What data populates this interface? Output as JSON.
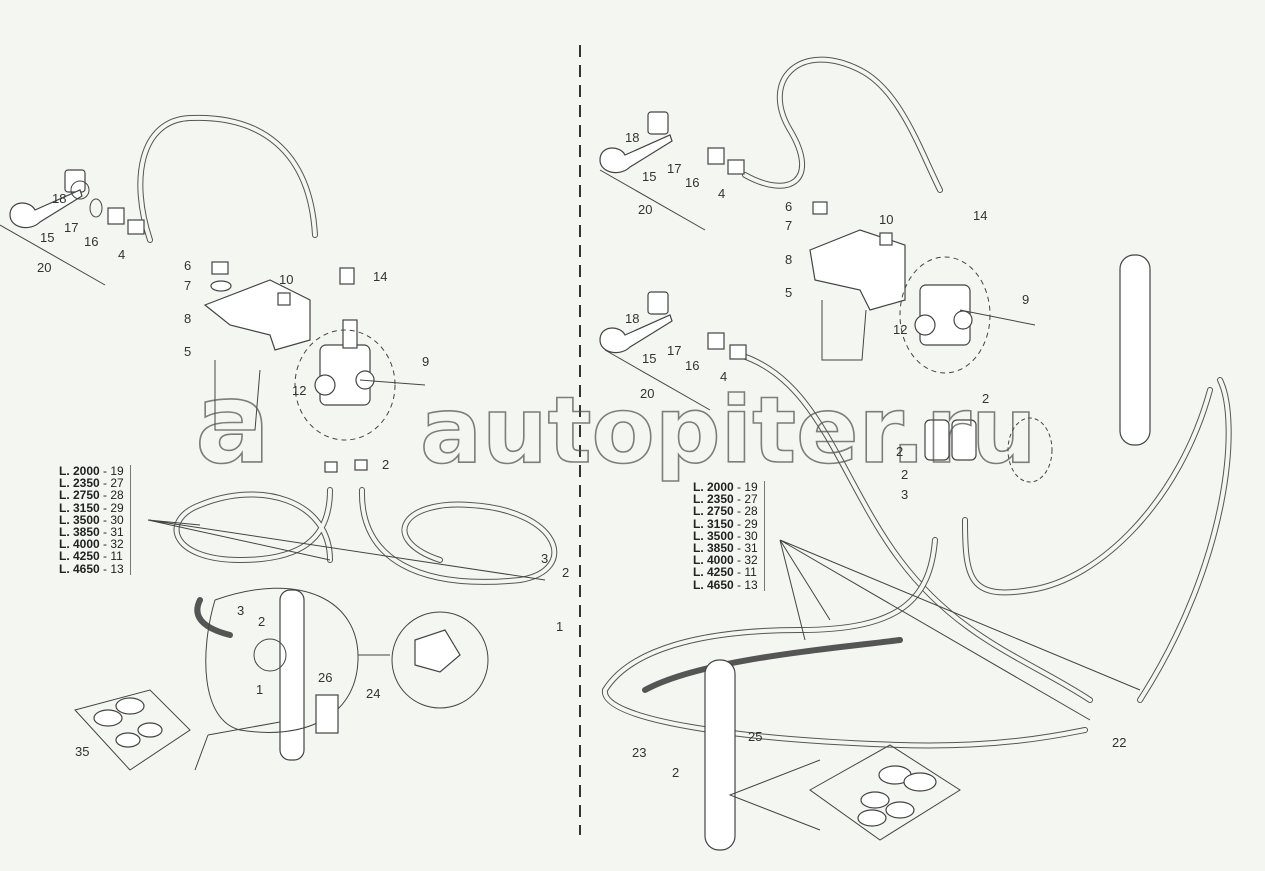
{
  "title": "Hydraulic hose kit exploded parts diagram",
  "watermark": "autopiter.ru",
  "left_callouts": [
    "18",
    "15",
    "17",
    "16",
    "4",
    "20",
    "6",
    "7",
    "8",
    "5",
    "10",
    "14",
    "9",
    "12",
    "2",
    "3",
    "2",
    "1",
    "3",
    "2",
    "1",
    "26",
    "24",
    "35"
  ],
  "right_callouts": [
    "18",
    "15",
    "17",
    "16",
    "4",
    "20",
    "6",
    "7",
    "8",
    "5",
    "10",
    "14",
    "9",
    "12",
    "18",
    "15",
    "17",
    "16",
    "4",
    "20",
    "2",
    "2",
    "2",
    "3",
    "23",
    "2",
    "25",
    "22"
  ],
  "length_table": [
    {
      "length": "L. 2000",
      "part": "- 19"
    },
    {
      "length": "L. 2350",
      "part": "- 27"
    },
    {
      "length": "L. 2750",
      "part": "- 28"
    },
    {
      "length": "L. 3150",
      "part": "- 29"
    },
    {
      "length": "L. 3500",
      "part": "- 30"
    },
    {
      "length": "L. 3850",
      "part": "- 31"
    },
    {
      "length": "L. 4000",
      "part": "- 32"
    },
    {
      "length": "L. 4250",
      "part": "- 11"
    },
    {
      "length": "L. 4650",
      "part": "- 13"
    }
  ]
}
